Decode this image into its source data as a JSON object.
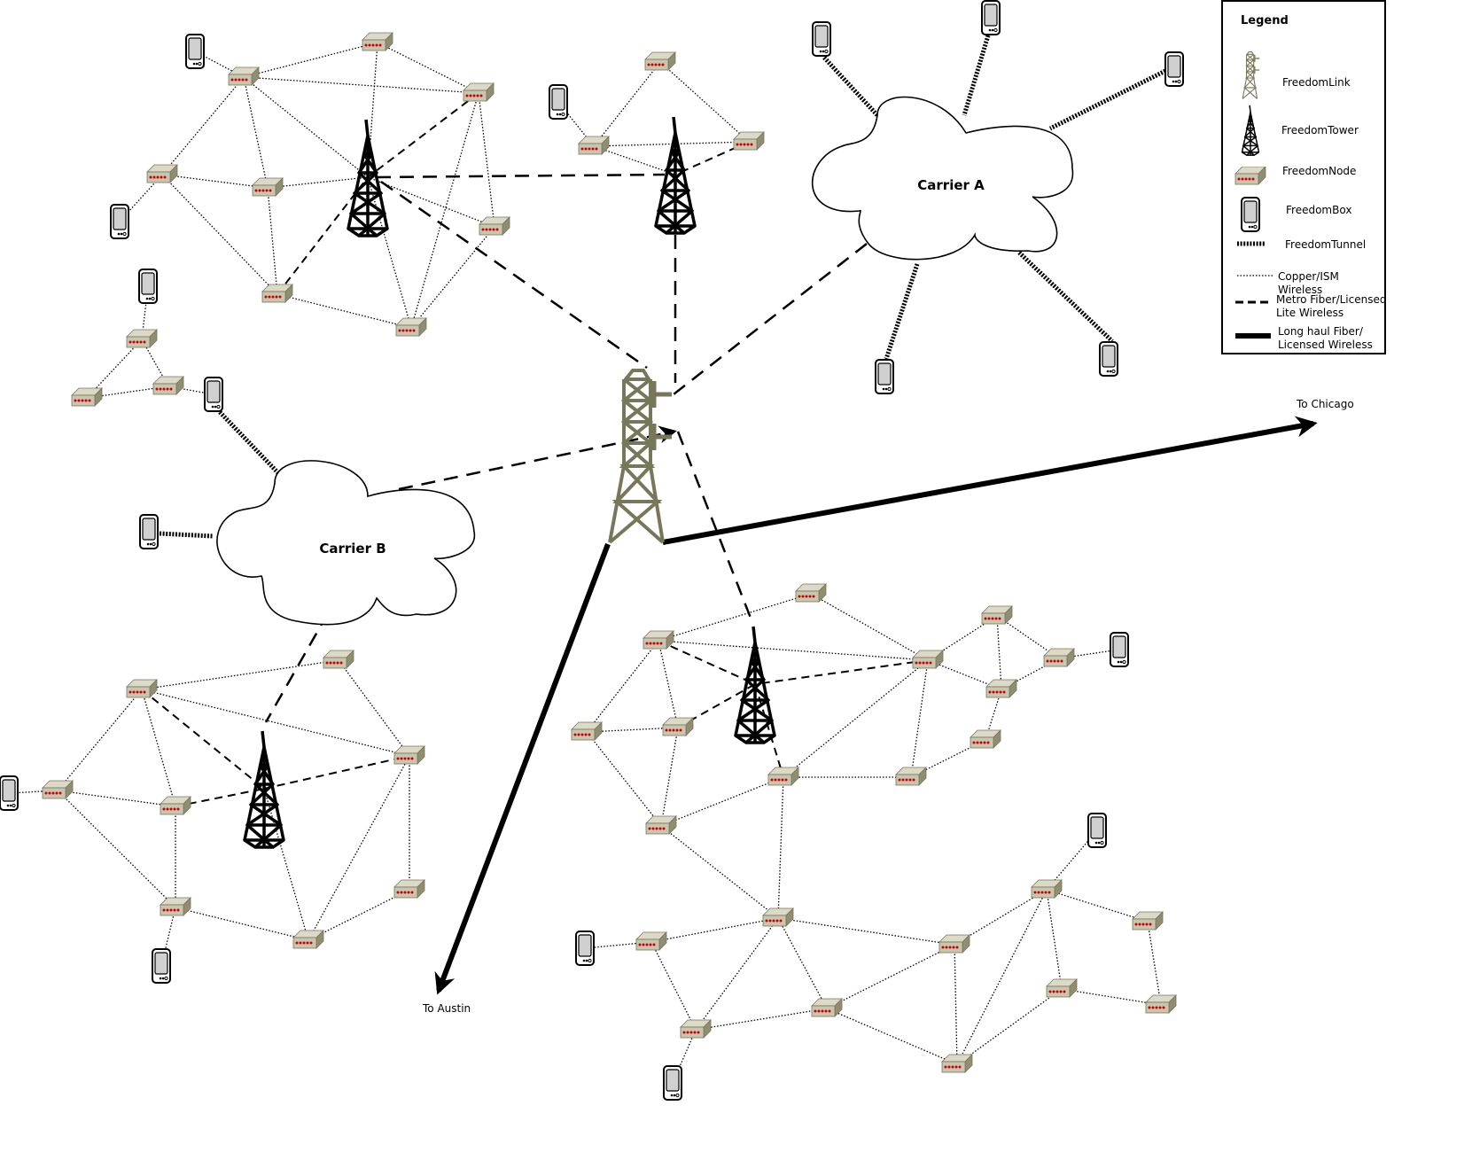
{
  "legend": {
    "title": "Legend",
    "items": [
      {
        "label": "FreedomLink",
        "icon": "freedomlink-tower-icon"
      },
      {
        "label": "FreedomTower",
        "icon": "freedomtower-icon"
      },
      {
        "label": "FreedomNode",
        "icon": "freedomnode-icon"
      },
      {
        "label": "FreedomBox",
        "icon": "freedombox-icon"
      },
      {
        "label": "FreedomTunnel",
        "icon": "tunnel-line-icon"
      },
      {
        "label": "Copper/ISM Wireless",
        "icon": "dotted-line-icon"
      },
      {
        "label": "Metro Fiber/Licensed Lite Wireless",
        "icon": "dashed-line-icon"
      },
      {
        "label": "Long haul Fiber/ Licensed Wireless",
        "icon": "solid-line-icon"
      }
    ]
  },
  "clouds": {
    "a": "Carrier A",
    "b": "Carrier B"
  },
  "destinations": {
    "chicago": "To Chicago",
    "austin": "To Austin"
  },
  "colors": {
    "link_tower": "#77775a",
    "node_body": "#c8c6b0",
    "node_led": "#cc0000",
    "box_screen": "#d0d0d0"
  }
}
